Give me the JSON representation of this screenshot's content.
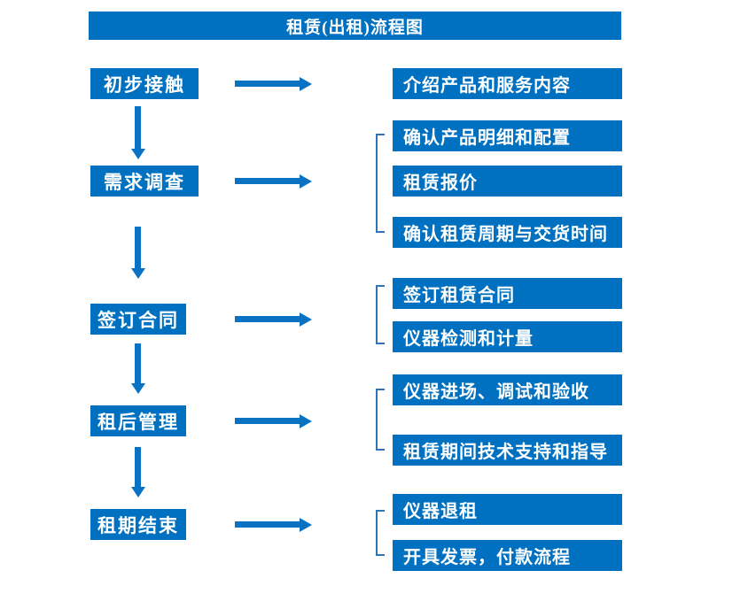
{
  "title": "租赁(出租)流程图",
  "colors": {
    "primary_blue": "#0070c0",
    "arrow_blue": "#0a72c2",
    "bracket_blue": "#2e75b6",
    "text_white": "#ffffff",
    "background": "#ffffff"
  },
  "flow": {
    "steps": [
      {
        "label": "初步接触",
        "outputs": [
          "介绍产品和服务内容"
        ]
      },
      {
        "label": "需求调查",
        "outputs": [
          "确认产品明细和配置",
          "租赁报价",
          "确认租赁周期与交货时间"
        ]
      },
      {
        "label": "签订合同",
        "outputs": [
          "签订租赁合同",
          "仪器检测和计量"
        ]
      },
      {
        "label": "租后管理",
        "outputs": [
          "仪器进场、调试和验收",
          "租赁期间技术支持和指导"
        ]
      },
      {
        "label": "租期结束",
        "outputs": [
          "仪器退租",
          "开具发票，付款流程"
        ]
      }
    ]
  }
}
